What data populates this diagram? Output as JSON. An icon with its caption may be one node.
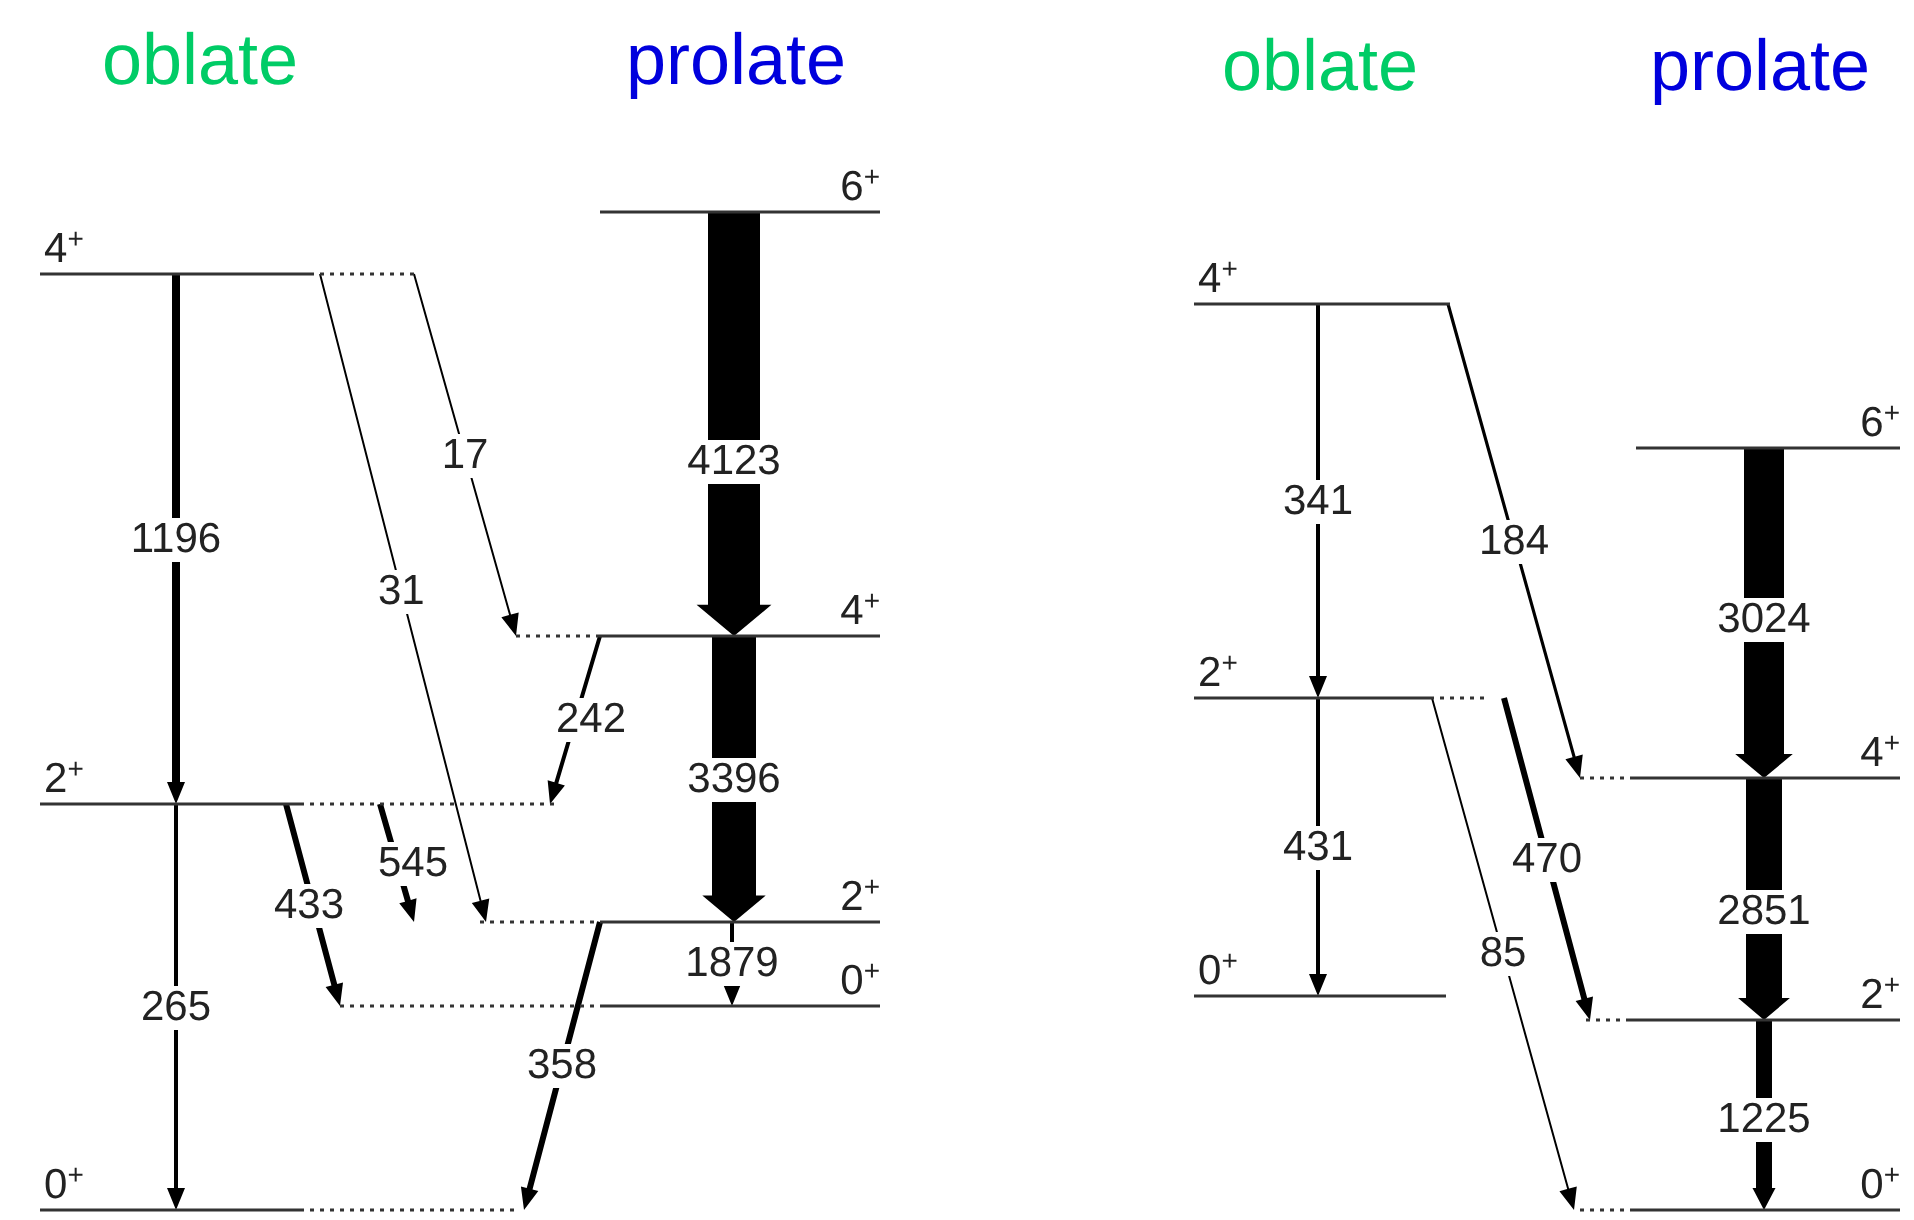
{
  "diagram": {
    "nodes": [
      {
        "text": [
          "4$^{+}$"
        ]
      },
      {
        "text": [
          "6$^{+}$"
        ]
      },
      {
        "text": [
          "4$^{+}$"
        ]
      },
      {
        "text": [
          "2$^{+}$"
        ]
      },
      {
        "text": [
          "2$^{+}$"
        ]
      },
      {
        "text": [
          "0$^{+}$"
        ]
      },
      {
        "text": [
          "0$^{+}$"
        ]
      },
      {
        "text": [
          "4$^{+}$"
        ]
      },
      {
        "text": [
          "6$^{+}$"
        ]
      },
      {
        "text": [
          "2$^{+}$"
        ]
      },
      {
        "text": [
          "4$^{+}$"
        ]
      },
      {
        "text": [
          "0$^{+}$"
        ]
      },
      {
        "text": [
          "2$^{+}$"
        ]
      },
      {
        "text": [
          "0$^{+}$"
        ]
      }
    ],
    "edges": [
      {
        "from": 0,
        "to": 3,
        "arrow": "to",
        "label": "1196",
        "style": "thick"
      },
      {
        "from": 0,
        "to": 4,
        "arrow": "to",
        "label": "31"
      },
      {
        "from": 0,
        "to": 2,
        "arrow": "to",
        "label": "17"
      },
      {
        "from": 1,
        "to": 2,
        "arrow": "to",
        "label": "4123",
        "style": "thick"
      },
      {
        "from": 2,
        "to": 3,
        "arrow": "to",
        "label": "242"
      },
      {
        "from": 2,
        "to": 4,
        "arrow": "to",
        "label": "3396",
        "style": "thick"
      },
      {
        "from": 3,
        "to": 6,
        "arrow": "to",
        "label": "265"
      },
      {
        "from": 3,
        "to": 5,
        "arrow": "to",
        "label": "433",
        "style": "thick"
      },
      {
        "from": 3,
        "to": 4,
        "arrow": "to",
        "label": "545",
        "style": "thick"
      },
      {
        "from": 4,
        "to": 5,
        "arrow": "to",
        "label": "1879"
      },
      {
        "from": 4,
        "to": 6,
        "arrow": "to",
        "label": "358",
        "style": "thick"
      },
      {
        "from": 7,
        "to": 9,
        "arrow": "to",
        "label": "341"
      },
      {
        "from": 7,
        "to": 10,
        "arrow": "to",
        "label": "184"
      },
      {
        "from": 8,
        "to": 10,
        "arrow": "to",
        "label": "3024",
        "style": "thick"
      },
      {
        "from": 9,
        "to": 11,
        "arrow": "to",
        "label": "431"
      },
      {
        "from": 9,
        "to": 13,
        "arrow": "to",
        "label": "85"
      },
      {
        "from": 9,
        "to": 12,
        "arrow": "to",
        "label": "470",
        "style": "thick"
      },
      {
        "from": 10,
        "to": 12,
        "arrow": "to",
        "label": "2851",
        "style": "thick"
      },
      {
        "from": 12,
        "to": 13,
        "arrow": "to",
        "label": "1225",
        "style": "thick"
      }
    ],
    "labels": [
      "oblate",
      "prolate",
      "oblate",
      "prolate"
    ]
  }
}
